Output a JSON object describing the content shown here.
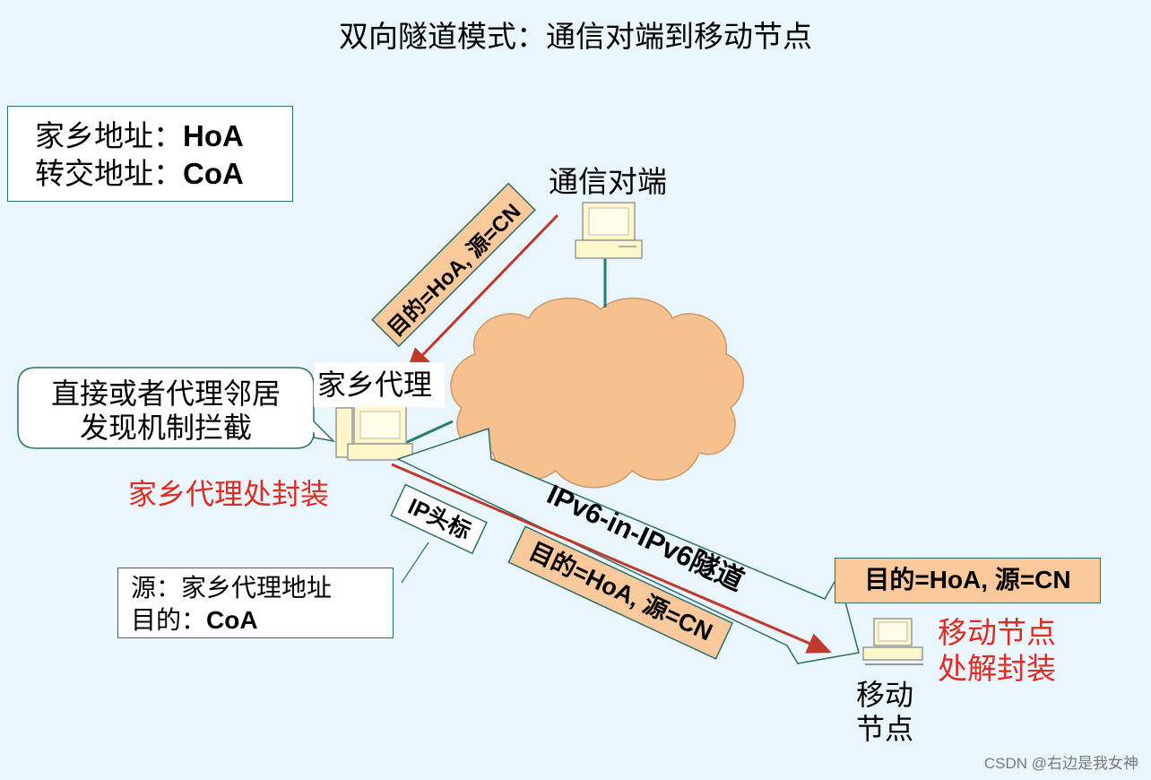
{
  "title": "双向隧道模式：通信对端到移动节点",
  "legend": {
    "line1_label": "家乡地址：",
    "line1_value": "HoA",
    "line2_label": "转交地址：",
    "line2_value": "CoA"
  },
  "cn": {
    "label": "通信对端"
  },
  "ha": {
    "label": "家乡代理",
    "encap_note": "家乡代理处封装"
  },
  "callout": {
    "line1": "直接或者代理邻居",
    "line2": "发现机制拦截"
  },
  "cn_packet": {
    "text": "目的=HoA, 源=CN"
  },
  "tunnel": {
    "label": "IPv6-in-IPv6隧道",
    "ip_header": "IP头标",
    "inner_packet": "目的=HoA, 源=CN"
  },
  "header_note": {
    "line1": "源：家乡代理地址",
    "line2_label": "目的：",
    "line2_value": "CoA"
  },
  "mn": {
    "packet": "目的=HoA, 源=CN",
    "decap_line1": "移动节点",
    "decap_line2": "处解封装",
    "label_line1": "移动",
    "label_line2": "节点"
  },
  "watermark": "CSDN @右边是我女神",
  "colors": {
    "background": "#eaf6fd",
    "cloud": "#f6c08f",
    "packet_fill": "#f9c99c",
    "arrow": "#c0392b",
    "highlight_text": "#e02b22",
    "border": "#2f6f6a"
  }
}
